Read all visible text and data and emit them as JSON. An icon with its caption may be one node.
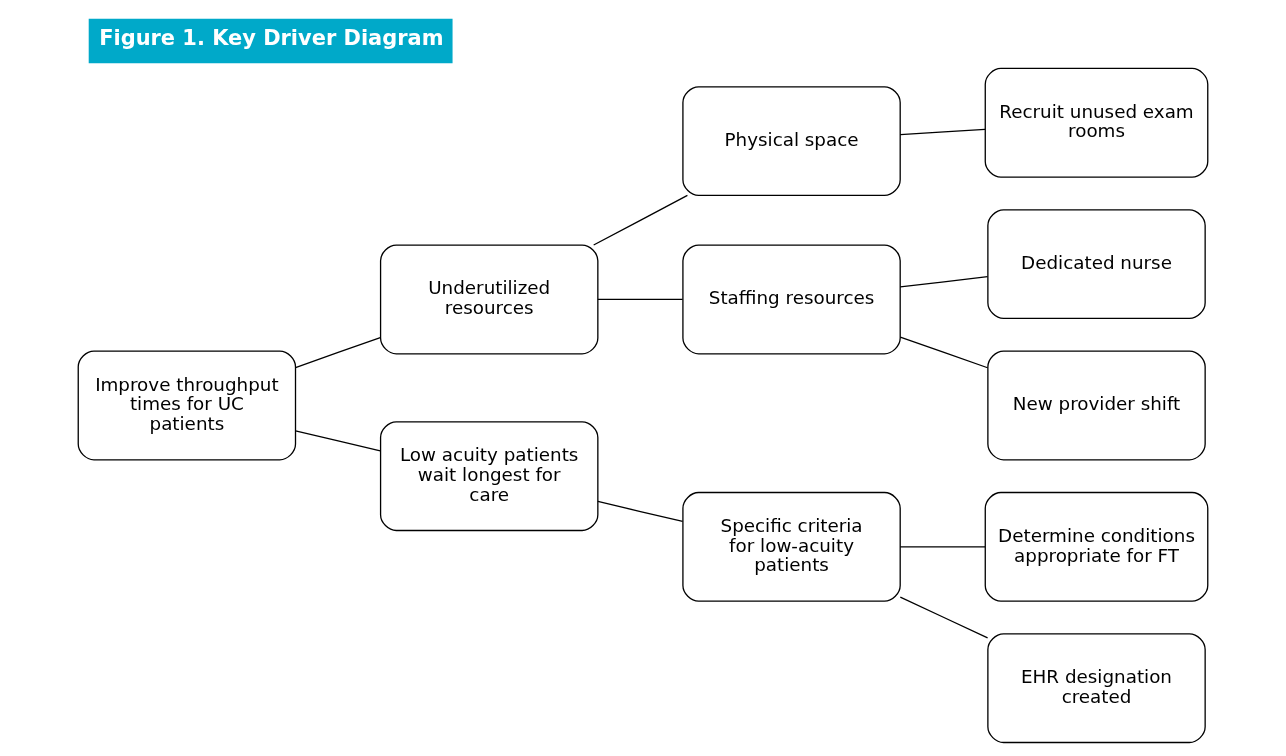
{
  "diagram": {
    "title": "Figure 1. Key Driver Diagram",
    "nodes": [
      {
        "text": [
          "Improve throughput times for UC patients"
        ]
      },
      {
        "text": [
          "Underutilized resources"
        ]
      },
      {
        "text": [
          "Low acuity patients wait longest for care"
        ]
      },
      {
        "text": [
          "Physical space"
        ]
      },
      {
        "text": [
          "Staffing resources"
        ]
      },
      {
        "text": [
          "Specific criteria for low-acuity patients"
        ]
      },
      {
        "text": [
          "Recruit unused exam rooms"
        ]
      },
      {
        "text": [
          "Dedicated nurse"
        ]
      },
      {
        "text": [
          "New provider shift"
        ]
      },
      {
        "text": [
          "Determine conditions appropriate for FT"
        ]
      },
      {
        "text": [
          "EHR designation created"
        ]
      }
    ],
    "edges": [
      {
        "from": 0,
        "to": 1,
        "arrow": "none"
      },
      {
        "from": 0,
        "to": 2,
        "arrow": "none"
      },
      {
        "from": 1,
        "to": 3,
        "arrow": "none"
      },
      {
        "from": 1,
        "to": 4,
        "arrow": "none"
      },
      {
        "from": 2,
        "to": 5,
        "arrow": "none"
      },
      {
        "from": 3,
        "to": 6,
        "arrow": "none"
      },
      {
        "from": 4,
        "to": 7,
        "arrow": "none"
      },
      {
        "from": 4,
        "to": 8,
        "arrow": "none"
      },
      {
        "from": 5,
        "to": 9,
        "arrow": "none"
      },
      {
        "from": 5,
        "to": 10,
        "arrow": "none"
      }
    ]
  }
}
